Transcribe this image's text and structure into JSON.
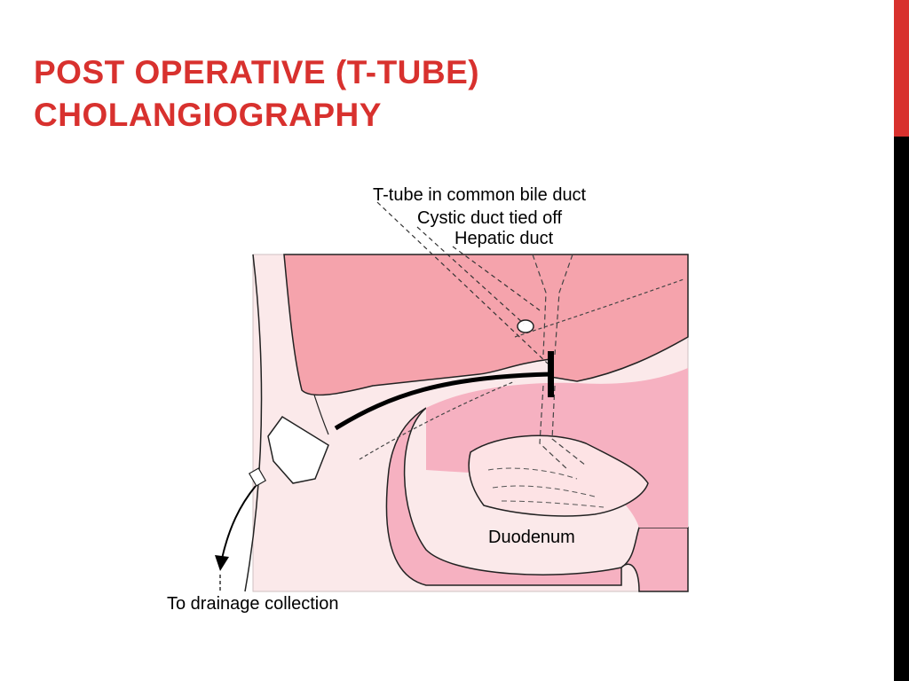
{
  "slide": {
    "title_line1": "POST OPERATIVE (T-TUBE)",
    "title_line2": "CHOLANGIOGRAPHY"
  },
  "diagram": {
    "labels": {
      "t_tube": "T-tube in common bile duct",
      "cystic_duct": "Cystic duct tied off",
      "hepatic_duct": "Hepatic duct",
      "duodenum": "Duodenum",
      "drainage": "To drainage collection"
    }
  },
  "colors": {
    "accent": "#d8312e",
    "sidebar_dark": "#000000",
    "liver": "#f5a3ac",
    "tissue": "#fbe9ea",
    "duodenum": "#f6b1c1",
    "duodenum_inner": "#fde3e5"
  }
}
